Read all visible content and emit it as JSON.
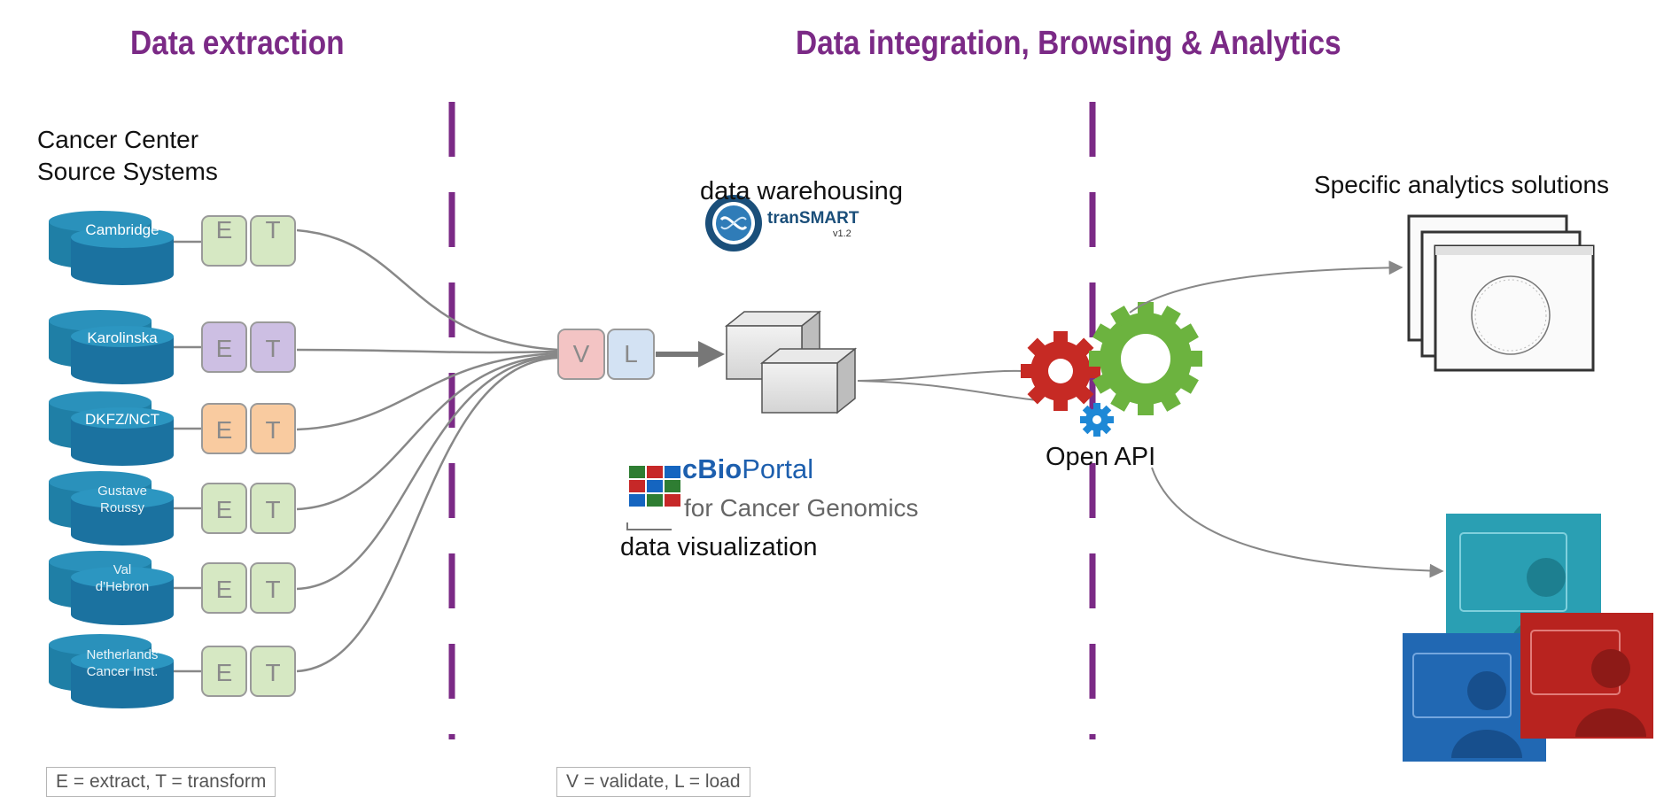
{
  "headers": {
    "left": "Data extraction",
    "right": "Data integration, Browsing & Analytics"
  },
  "source_title": [
    "Cancer Center",
    "Source Systems"
  ],
  "sources": [
    {
      "lines": [
        "Cambridge"
      ],
      "e": "E",
      "t": "T",
      "color": "#d6e8c3"
    },
    {
      "lines": [
        "Karolinska"
      ],
      "e": "E",
      "t": "T",
      "color": "#cdbfe3"
    },
    {
      "lines": [
        "DKFZ/NCT"
      ],
      "e": "E",
      "t": "T",
      "color": "#f9cba0"
    },
    {
      "lines": [
        "Gustave",
        "Roussy"
      ],
      "e": "E",
      "t": "T",
      "color": "#d6e8c3"
    },
    {
      "lines": [
        "Val",
        "d'Hebron"
      ],
      "e": "E",
      "t": "T",
      "color": "#d6e8c3"
    },
    {
      "lines": [
        "Netherlands",
        "Cancer Inst."
      ],
      "e": "E",
      "t": "T",
      "color": "#d6e8c3"
    }
  ],
  "vl": {
    "v": "V",
    "l": "L"
  },
  "warehousing_label": "data warehousing",
  "transmart": {
    "name": "tranSMART",
    "version": "v1.2"
  },
  "cbioportal": {
    "name_a": "cBio",
    "name_b": "Portal",
    "sub": "for Cancer Genomics"
  },
  "visualization_label": "data visualization",
  "api_label": "Open API",
  "analytics_label": "Specific analytics solutions",
  "legend_left": "E = extract, T = transform",
  "legend_right": "V = validate, L = load",
  "colors": {
    "accent": "#7b2a86",
    "db": "#1f7fa6",
    "gear_red": "#c62a24",
    "gear_green": "#6cb33f",
    "gear_blue": "#1e88d6"
  }
}
